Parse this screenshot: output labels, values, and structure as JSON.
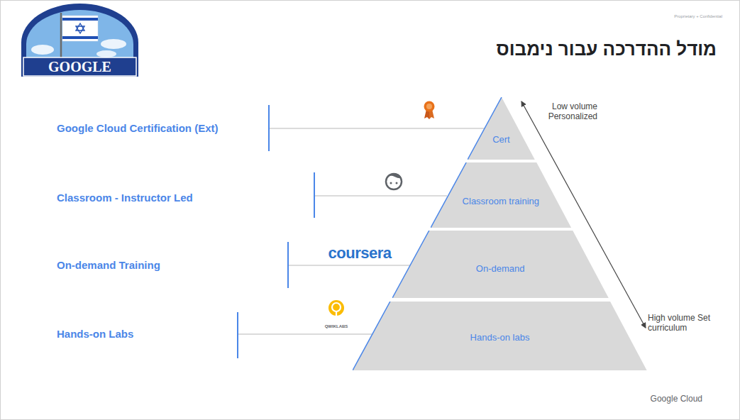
{
  "diagram": {
    "title": "מודל ההדרכה עבור נימבוס",
    "nodes": [
      {
        "text": [
          "Cert"
        ]
      },
      {
        "text": [
          "Classroom training"
        ]
      },
      {
        "text": [
          "On-demand"
        ]
      },
      {
        "text": [
          "Hands-on labs"
        ]
      }
    ],
    "labels": [
      "Proprietary + Confidential",
      "GOOGLE",
      "Google Cloud Certification (Ext)",
      "Classroom - Instructor Led",
      "On-demand Training",
      "Hands-on Labs",
      "coursera",
      "QWIKLABS",
      "Low volume Personalized",
      "High volume Set curriculum",
      "Google Cloud"
    ]
  }
}
